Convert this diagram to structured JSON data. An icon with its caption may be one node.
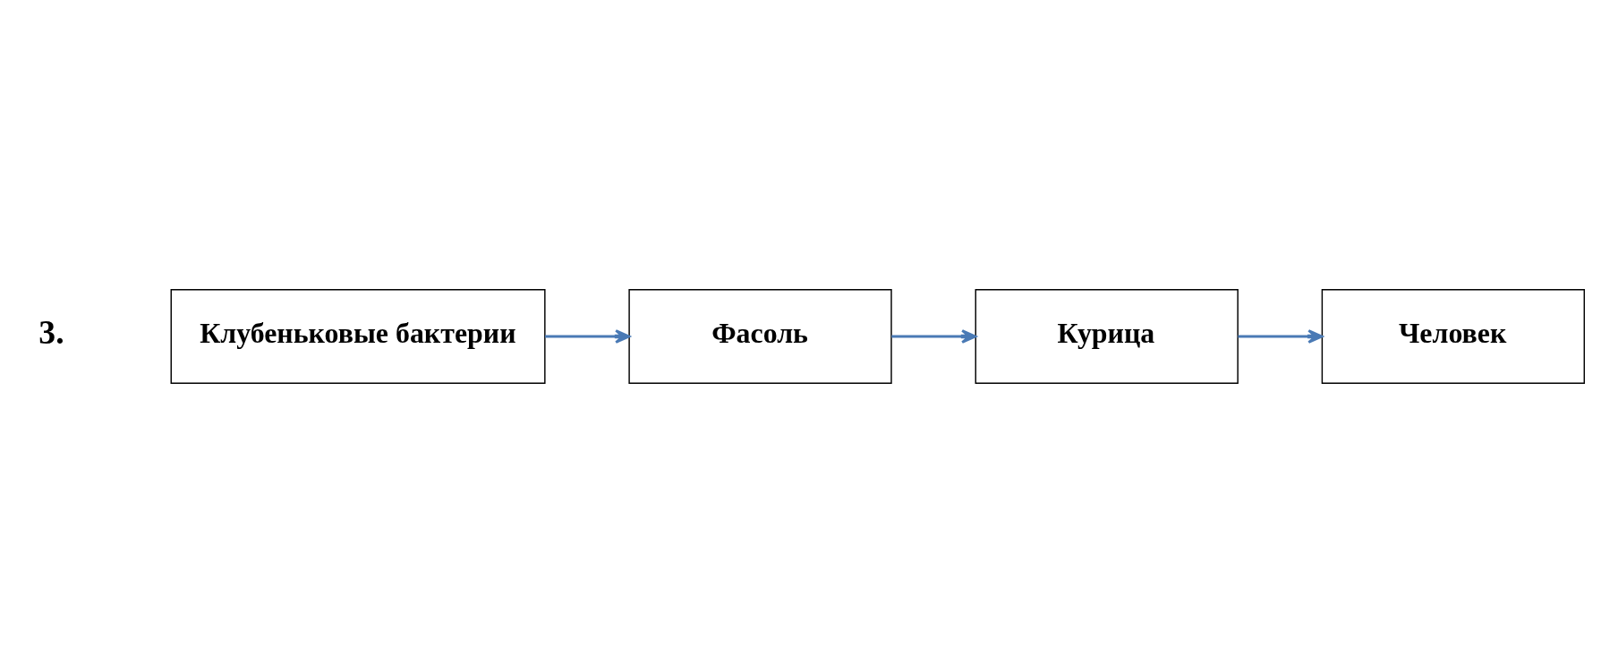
{
  "diagram": {
    "nodes": [
      {
        "text": [
          "Клубеньковые бактерии"
        ]
      },
      {
        "text": [
          "Фасоль"
        ]
      },
      {
        "text": [
          "Курица"
        ]
      },
      {
        "text": [
          "Человек"
        ]
      }
    ],
    "edges": [
      {
        "from": 0,
        "to": 1,
        "arrow": "to"
      },
      {
        "from": 1,
        "to": 2,
        "arrow": "to"
      },
      {
        "from": 2,
        "to": 3,
        "arrow": "to"
      }
    ],
    "labels": [
      "3."
    ]
  }
}
